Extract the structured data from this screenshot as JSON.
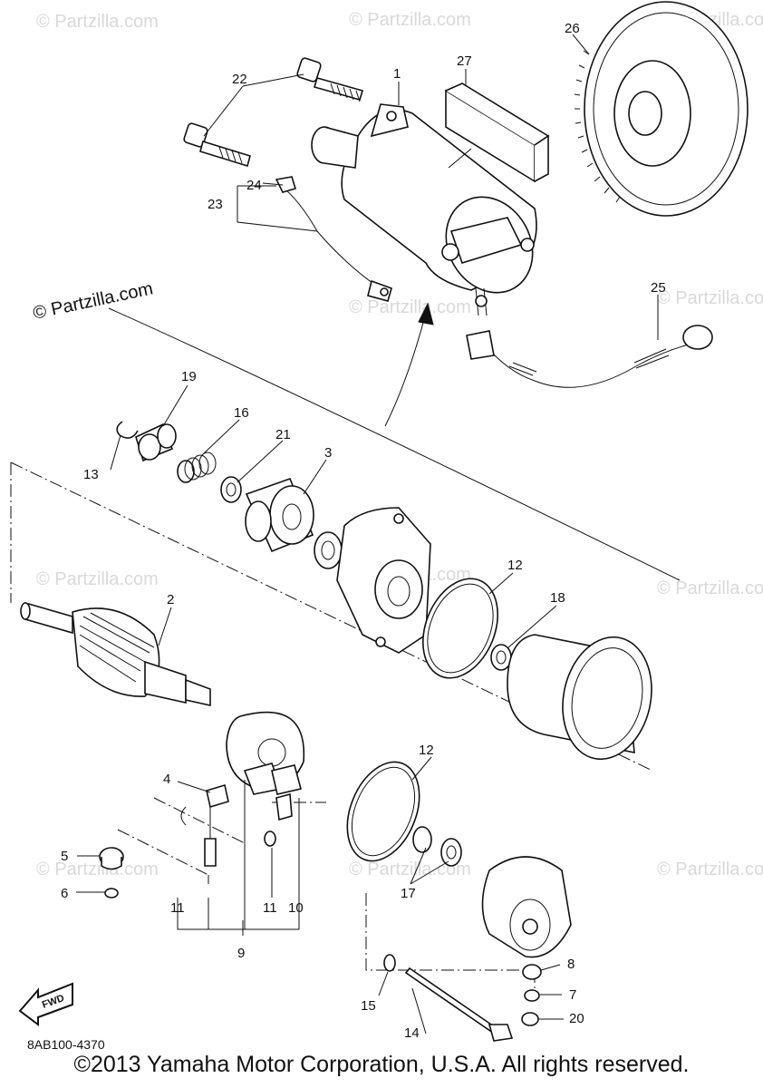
{
  "watermarks": {
    "main": "© Partzilla.com",
    "faint": "© Partzilla.com"
  },
  "callouts": [
    "1",
    "2",
    "3",
    "4",
    "5",
    "6",
    "7",
    "8",
    "9",
    "10",
    "11",
    "11",
    "11",
    "12",
    "12",
    "13",
    "14",
    "15",
    "16",
    "17",
    "18",
    "19",
    "20",
    "21",
    "22",
    "23",
    "24",
    "25",
    "26",
    "27"
  ],
  "fwd_label": "FWD",
  "diagram_code": "8AB100-4370",
  "copyright": "©2013  Yamaha Motor Corporation, U.S.A. All rights reserved."
}
